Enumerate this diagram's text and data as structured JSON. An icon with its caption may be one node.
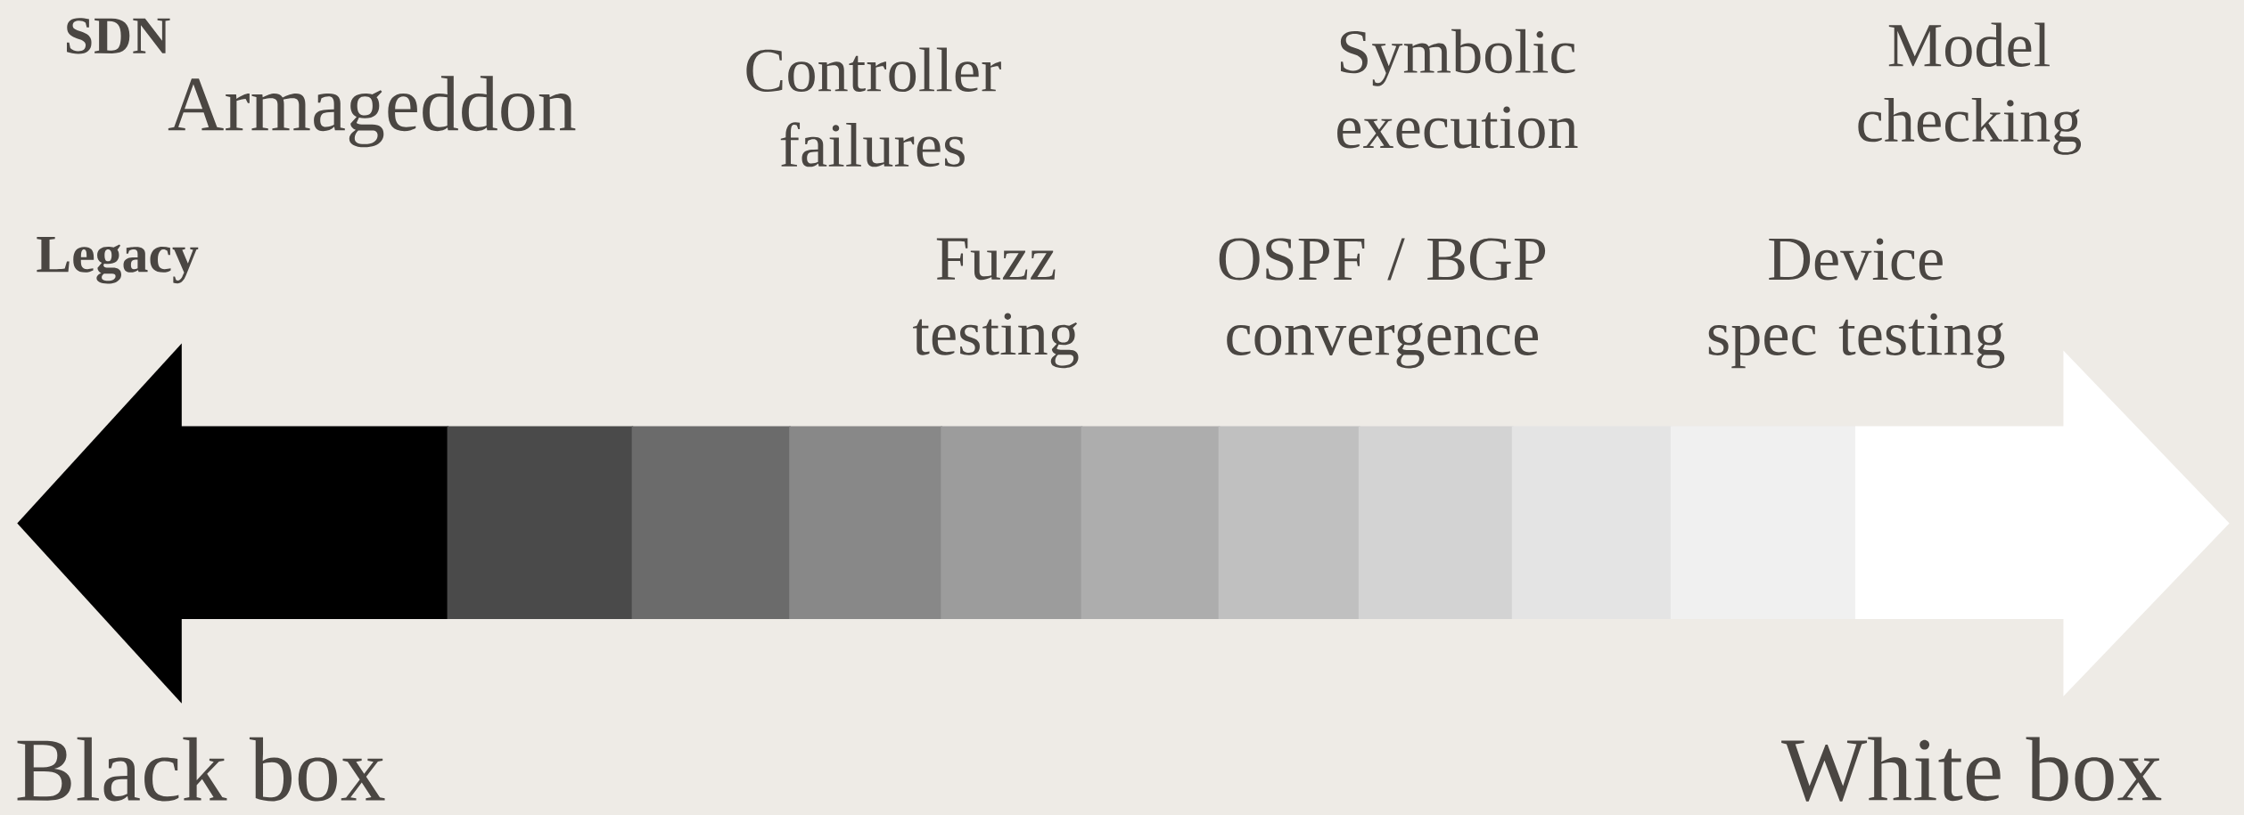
{
  "diagram": {
    "labels": [
      "SDN",
      "Armageddon",
      "Controller failures",
      "Symbolic execution",
      "Model checking",
      "Legacy",
      "Fuzz testing",
      "OSPF / BGP convergence",
      "Device spec testing",
      "Black box",
      "White box"
    ]
  }
}
